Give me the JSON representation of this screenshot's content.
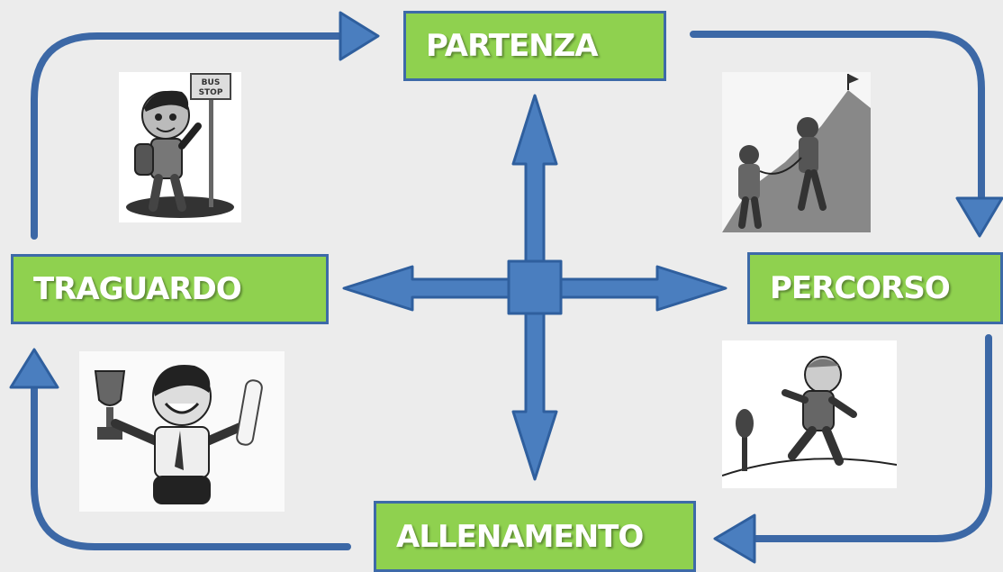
{
  "nodes": {
    "top": "PARTENZA",
    "right": "PERCORSO",
    "bottom": "ALLENAMENTO",
    "left": "TRAGUARDO"
  },
  "illustrations": {
    "top_left": {
      "name": "boy-at-bus-stop-illustration",
      "sign_lines": [
        "BUS",
        "STOP"
      ]
    },
    "top_right": {
      "name": "climbers-reaching-summit-illustration"
    },
    "bottom_right": {
      "name": "running-boy-illustration"
    },
    "bottom_left": {
      "name": "boy-with-trophy-and-diploma-illustration"
    }
  },
  "colors": {
    "box_fill": "#8fd14f",
    "box_border": "#3d6aa8",
    "arrow_fill": "#4a7ebf",
    "arrow_dark": "#2f5f9e",
    "cycle_arrow": "#3c68a6",
    "label_text": "#ffffff",
    "background": "#ececec"
  },
  "layout_description": "cycle of four green boxes connected clockwise by blue arrows, with a central four-way arrow pointing to each box"
}
